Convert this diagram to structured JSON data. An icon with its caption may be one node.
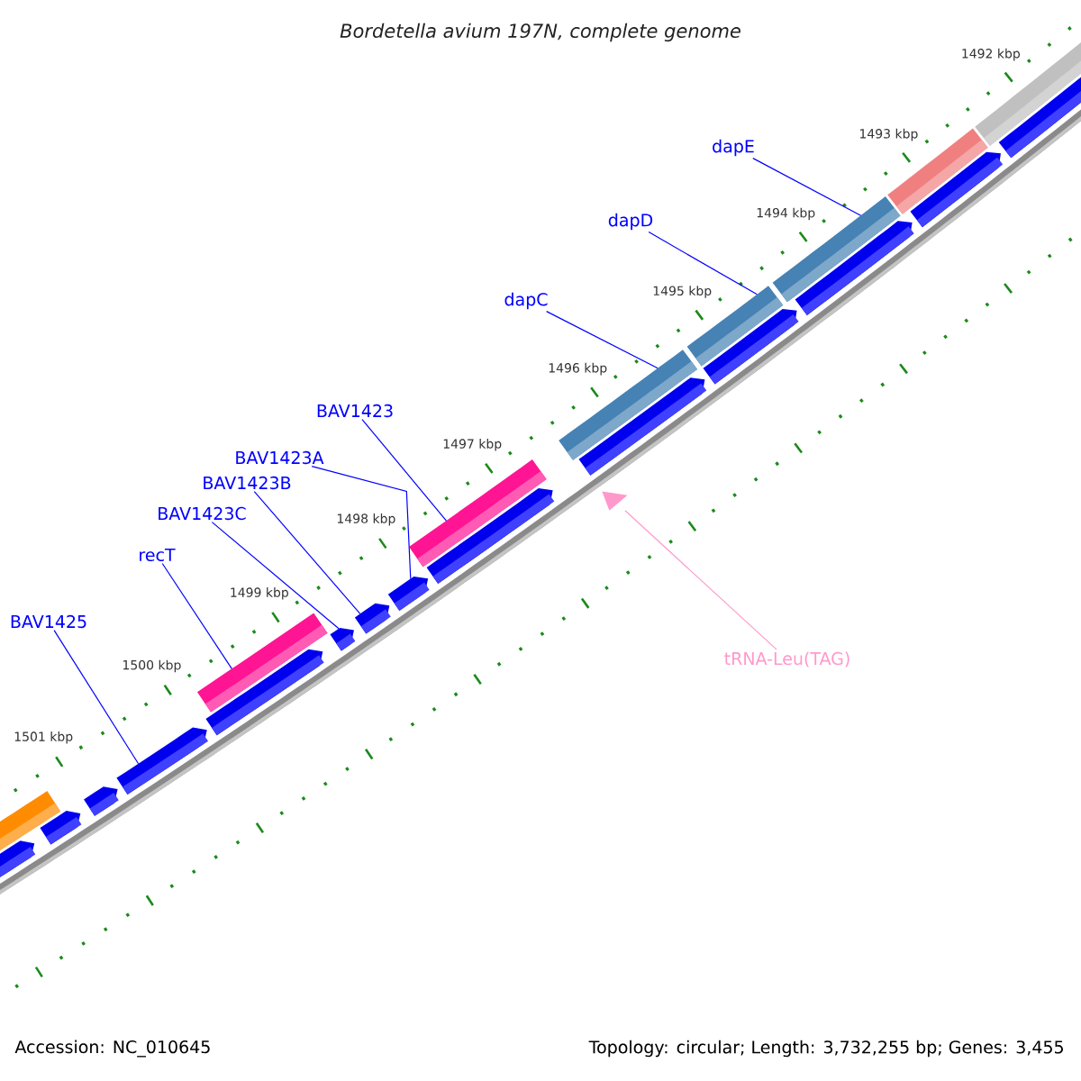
{
  "diagram": {
    "title": "Bordetella avium 197N, complete genome",
    "nodes": [
      {
        "text": [
          "dapE"
        ]
      },
      {
        "text": [
          "dapD"
        ]
      },
      {
        "text": [
          "dapC"
        ]
      },
      {
        "text": [
          "BAV1423"
        ]
      },
      {
        "text": [
          "BAV1423A"
        ]
      },
      {
        "text": [
          "BAV1423B"
        ]
      },
      {
        "text": [
          "BAV1423C"
        ]
      },
      {
        "text": [
          "recT"
        ]
      },
      {
        "text": [
          "BAV1425"
        ]
      },
      {
        "text": [
          "tRNA-Leu(TAG)"
        ]
      },
      {
        "text": [],
        "shape": "bar"
      },
      {
        "text": [],
        "shape": "bar"
      },
      {
        "text": [],
        "shape": "bar"
      },
      {
        "text": [],
        "shape": "bar"
      },
      {
        "text": [],
        "shape": "bar"
      },
      {
        "text": [],
        "shape": "bar"
      },
      {
        "text": [],
        "shape": "bar"
      },
      {
        "text": [],
        "shape": "bar"
      },
      {
        "text": [],
        "shape": "pentagon"
      },
      {
        "text": [],
        "shape": "pentagon"
      },
      {
        "text": [],
        "shape": "pentagon"
      },
      {
        "text": [],
        "shape": "pentagon"
      },
      {
        "text": [],
        "shape": "pentagon"
      },
      {
        "text": [],
        "shape": "pentagon"
      },
      {
        "text": [],
        "shape": "pentagon"
      },
      {
        "text": [],
        "shape": "pentagon"
      },
      {
        "text": [],
        "shape": "pentagon"
      },
      {
        "text": [],
        "shape": "pentagon"
      },
      {
        "text": [],
        "shape": "pentagon"
      },
      {
        "text": [],
        "shape": "pentagon"
      },
      {
        "text": [],
        "shape": "pentagon"
      },
      {
        "text": [],
        "shape": "pentagon"
      },
      {
        "text": [],
        "shape": "triangle"
      }
    ],
    "edges": [
      {
        "from": 0,
        "to": 12,
        "arrow": "none"
      },
      {
        "from": 1,
        "to": 13,
        "arrow": "none"
      },
      {
        "from": 2,
        "to": 14,
        "arrow": "none"
      },
      {
        "from": 3,
        "to": 15,
        "arrow": "none"
      },
      {
        "from": 4,
        "to": 24,
        "arrow": "none"
      },
      {
        "from": 5,
        "to": 25,
        "arrow": "none"
      },
      {
        "from": 6,
        "to": 26,
        "arrow": "none"
      },
      {
        "from": 7,
        "to": 16,
        "arrow": "none"
      },
      {
        "from": 8,
        "to": 28,
        "arrow": "none"
      },
      {
        "from": 9,
        "to": 32,
        "arrow": "none",
        "color": "#ff99cc"
      }
    ],
    "labels": [
      "1492 kbp",
      "1493 kbp",
      "1494 kbp",
      "1495 kbp",
      "1496 kbp",
      "1497 kbp",
      "1498 kbp",
      "1499 kbp",
      "1500 kbp",
      "1501 kbp",
      "Accession: NC_010645",
      "Topology: circular; Length: 3,732,255 bp; Genes: 3,455"
    ]
  }
}
